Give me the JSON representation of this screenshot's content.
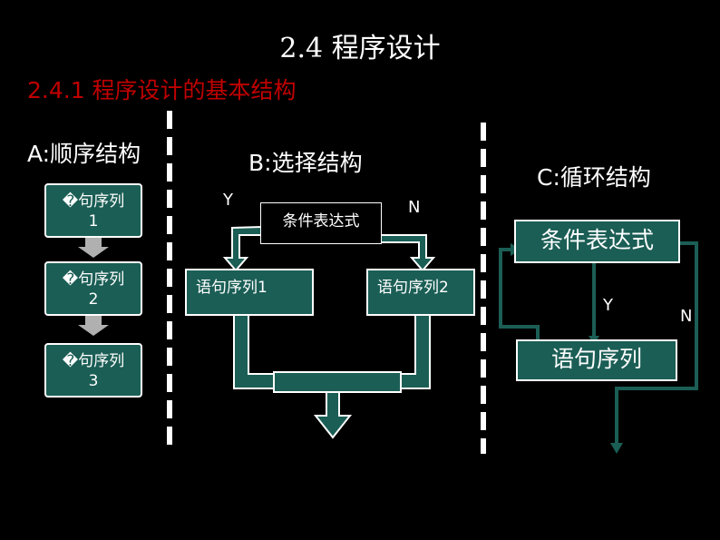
{
  "title": "2.4 程序设计",
  "subtitle": "2.4.1 程序设计的基本结构",
  "section_a": {
    "heading": "A:顺序结构",
    "boxes": [
      {
        "line1": "�句序列",
        "line2": "1"
      },
      {
        "line1": "�句序列",
        "line2": "2"
      },
      {
        "line1": "�句序列",
        "line2": "3"
      }
    ]
  },
  "section_b": {
    "heading": "B:选择结构",
    "condition": "条件表达式",
    "yes_label": "Y",
    "no_label": "N",
    "branch1": "语句序列1",
    "branch2": "语句序列2"
  },
  "section_c": {
    "heading": "C:循环结构",
    "condition": "条件表达式",
    "body": "语句序列",
    "yes_label": "Y",
    "no_label": "N"
  },
  "colors": {
    "box_fill": "#1b5e55",
    "box_border": "#ffffff",
    "subtitle": "#c00000",
    "arrow_gray": "#b0b0b0"
  }
}
